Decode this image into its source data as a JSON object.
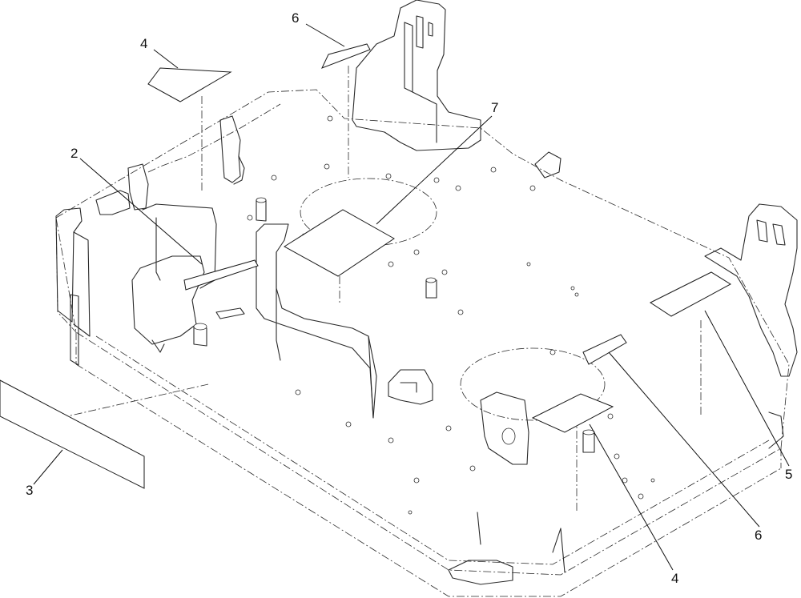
{
  "diagram": {
    "callouts": [
      {
        "id": "c1",
        "label": "4"
      },
      {
        "id": "c2",
        "label": "6"
      },
      {
        "id": "c3",
        "label": "7"
      },
      {
        "id": "c4",
        "label": "2"
      },
      {
        "id": "c5",
        "label": "3"
      },
      {
        "id": "c6",
        "label": "5"
      },
      {
        "id": "c7",
        "label": "6"
      },
      {
        "id": "c8",
        "label": "4"
      }
    ]
  }
}
